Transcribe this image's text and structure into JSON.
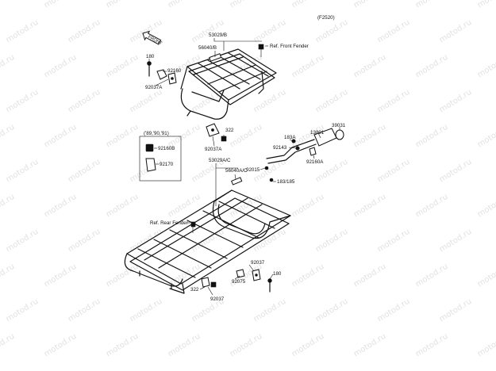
{
  "diagram_code": "(F2520)",
  "front_arrow_label": "FRONT",
  "callout_sets": {
    "carrier": {
      "front": {
        "assembly": "53029/B",
        "pad": "56040/B",
        "ref": "Ref. Front Fender",
        "bolt": "180",
        "clamp": "92160",
        "bracket": "92037A",
        "nut": "322",
        "bracket_lower": "92037A"
      },
      "rear": {
        "assembly": "53029A/C",
        "pad": "56040A/C",
        "ref": "Ref. Rear Fender",
        "nut": "322",
        "bracket": "92037",
        "washer": "92075",
        "bracket_right": "92037",
        "bolt": "180"
      }
    },
    "inset": {
      "years": "('89,'90,'91)",
      "cap": "92160B",
      "block": "92170"
    },
    "hook": {
      "bolt": "183A",
      "grip": "13091",
      "cap": "39031",
      "stay": "92143",
      "clamp_a": "92160A",
      "spacer": "92015",
      "bolts": "183/185"
    }
  },
  "watermark_text": "motod.ru"
}
